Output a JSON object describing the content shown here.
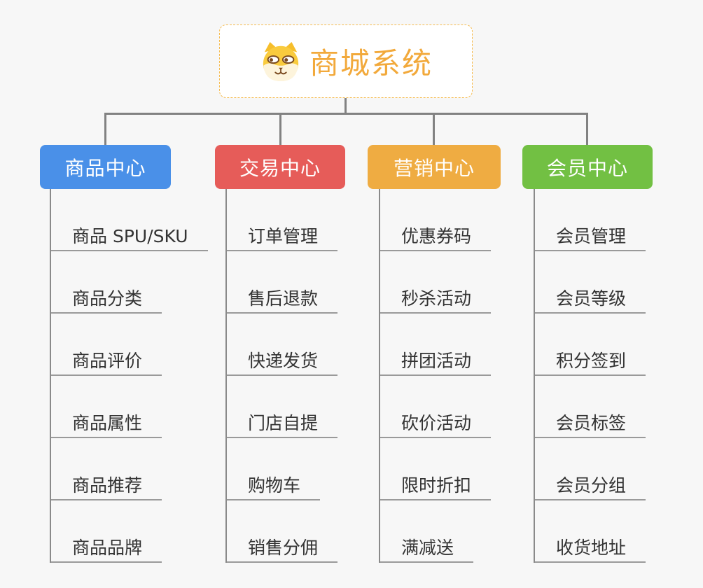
{
  "root": {
    "title": "商城系统",
    "icon": "shiba-dog-icon",
    "title_color": "#F2A93B",
    "border_color": "#F5BB4F"
  },
  "connector_color": "#828282",
  "centers": [
    {
      "label": "商品中心",
      "color": "#4A90E8",
      "children": [
        "商品 SPU/SKU",
        "商品分类",
        "商品评价",
        "商品属性",
        "商品推荐",
        "商品品牌"
      ]
    },
    {
      "label": "交易中心",
      "color": "#E65C59",
      "children": [
        "订单管理",
        "售后退款",
        "快递发货",
        "门店自提",
        "购物车",
        "销售分佣"
      ]
    },
    {
      "label": "营销中心",
      "color": "#EFAC42",
      "children": [
        "优惠券码",
        "秒杀活动",
        "拼团活动",
        "砍价活动",
        "限时折扣",
        "满减送"
      ]
    },
    {
      "label": "会员中心",
      "color": "#72C043",
      "children": [
        "会员管理",
        "会员等级",
        "积分签到",
        "会员标签",
        "会员分组",
        "收货地址"
      ]
    }
  ]
}
